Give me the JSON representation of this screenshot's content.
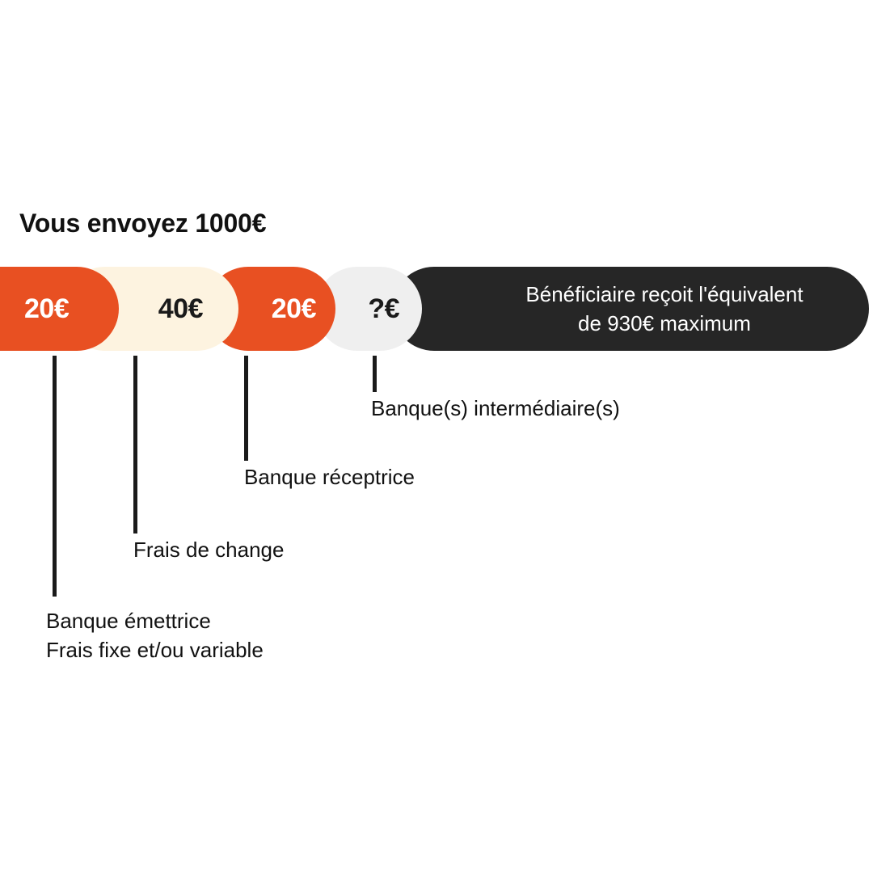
{
  "headline": "Vous envoyez 1000€",
  "bar": {
    "segments": [
      {
        "key": "sending_bank",
        "amount": "20€",
        "color": "#E85022",
        "text_color": "#FFFFFF"
      },
      {
        "key": "exchange_fee",
        "amount": "40€",
        "color": "#FDF3E0",
        "text_color": "#1A1A1A"
      },
      {
        "key": "receiving_bank",
        "amount": "20€",
        "color": "#E85022",
        "text_color": "#FFFFFF"
      },
      {
        "key": "intermediary_banks",
        "amount": "?€",
        "color": "#EFEFEF",
        "text_color": "#1A1A1A"
      },
      {
        "key": "beneficiary",
        "text": "Bénéficiaire reçoit l'équivalent\nde 930€ maximum",
        "color": "#262626",
        "text_color": "#FFFFFF"
      }
    ]
  },
  "callouts": {
    "intermediary": "Banque(s) intermédiaire(s)",
    "receiving": "Banque réceptrice",
    "exchange": "Frais de change",
    "sending": "Banque émettrice\nFrais fixe et/ou variable"
  },
  "chart_data": {
    "type": "bar",
    "title": "Vous envoyez 1000€",
    "categories": [
      "Banque émettrice",
      "Frais de change",
      "Banque réceptrice",
      "Banque(s) intermédiaire(s)",
      "Bénéficiaire"
    ],
    "values": [
      20,
      40,
      20,
      null,
      930
    ],
    "value_labels": [
      "20€",
      "40€",
      "20€",
      "?€",
      "930€ maximum"
    ],
    "colors": [
      "#E85022",
      "#FDF3E0",
      "#E85022",
      "#EFEFEF",
      "#262626"
    ],
    "total_sent": 1000,
    "currency": "€",
    "xlabel": "",
    "ylabel": "",
    "grid": false,
    "legend": "none"
  }
}
